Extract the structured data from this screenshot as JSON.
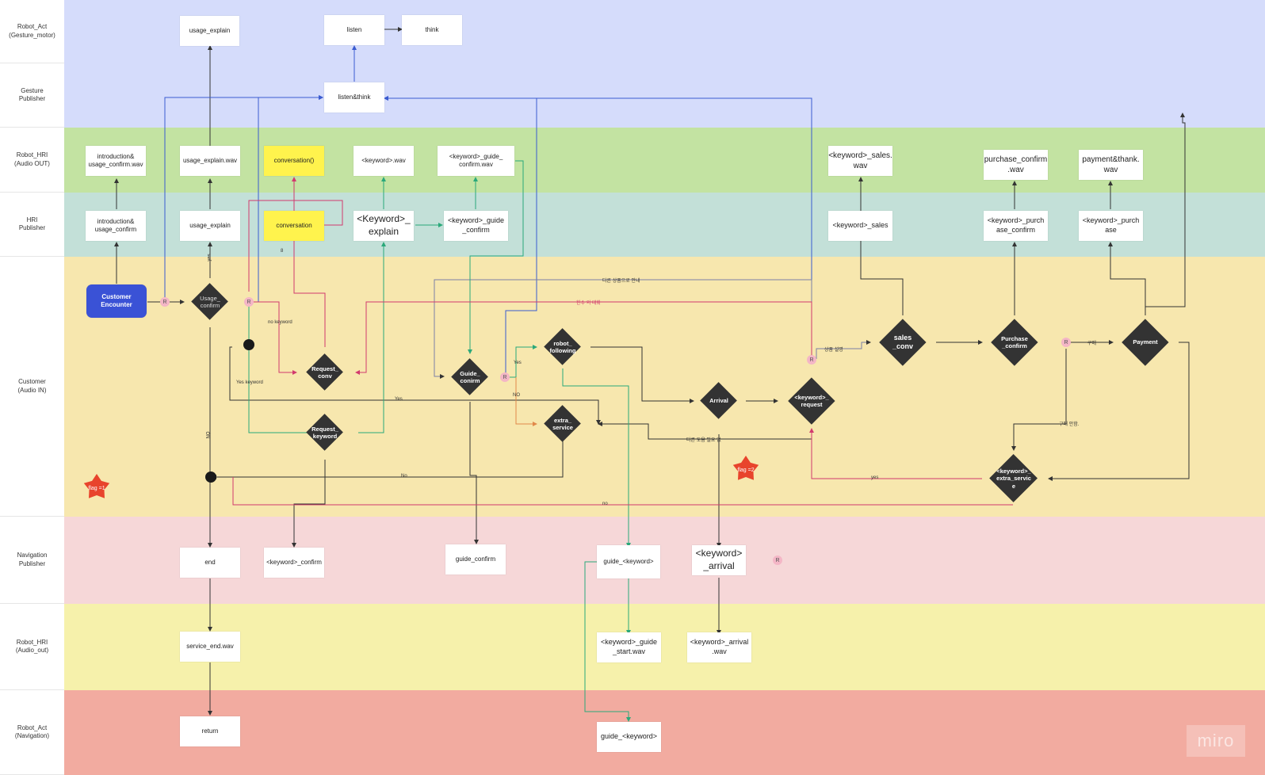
{
  "lanes": [
    {
      "label": "Robot_Act\n(Gesture_motor)",
      "color": "#d5dcfb"
    },
    {
      "label": "Gesture\nPublisher",
      "color": "#d5dcfb"
    },
    {
      "label": "Robot_HRI\n(Audio OUT)",
      "color": "#c3e3a2"
    },
    {
      "label": "HRI\nPublisher",
      "color": "#c3e0d8"
    },
    {
      "label": "Customer\n(Audio IN)",
      "color": "#f7e7ae"
    },
    {
      "label": "Navigation\nPublisher",
      "color": "#f6d7d8"
    },
    {
      "label": "Robot_HRI\n(Audio_out)",
      "color": "#f6f1ab"
    },
    {
      "label": "Robot_Act\n(Navigation)",
      "color": "#f2aba0"
    }
  ],
  "nodes": {
    "usage_explain_top": "usage_explain",
    "listen": "listen",
    "think": "think",
    "listen_think": "listen&think",
    "intro_wav": "introduction&\nusage_confirm.wav",
    "usage_explain_wav": "usage_explain.wav",
    "conversation_fn": "conversation()",
    "keyword_wav": "<keyword>.wav",
    "guide_confirm_wav": "<keyword>_guide_\nconfirm.wav",
    "sales_wav": "<keyword>_sales.\nwav",
    "purchase_confirm_wav": "purchase_confirm\n.wav",
    "payment_thank_wav": "payment&thank.\nwav",
    "intro_pub": "introduction&\nusage_confirm",
    "usage_explain_pub": "usage_explain",
    "conversation_pub": "conversation",
    "keyword_explain": "<Keyword>_\nexplain",
    "guide_confirm_pub": "<keyword>_guide\n_confirm",
    "sales_pub": "<keyword>_sales",
    "purchase_confirm_pub": "<keyword>_purch\nase_confirm",
    "purchase_pub": "<keyword>_purch\nase",
    "customer_encounter": "Customer\nEncounter",
    "end": "end",
    "keyword_confirm": "<keyword>_confirm",
    "guide_confirm_nav": "guide_confirm",
    "guide_keyword_nav": "guide_<keyword>",
    "keyword_arrival": "<keyword>\n_arrival",
    "service_end_wav": "service_end.wav",
    "guide_start_wav": "<keyword>_guide\n_start.wav",
    "arrival_wav": "<keyword>_arrival\n.wav",
    "return": "return",
    "guide_keyword_act": "guide_<keyword>"
  },
  "decisions": {
    "usage_confirm": "Usage_\nconfirm",
    "request_conv": "Request_\nconv",
    "request_keyword": "Request_\nkeyword",
    "guide_confirm": "Guide_\nconirm",
    "robot_following": "robot_\nfollowing",
    "extra_service": "extra_\nservice",
    "arrival": "Arrival",
    "keyword_request": "<keyword>_\nrequest",
    "sales_conv": "sales\n_conv",
    "purchase_confirm": "Purchase\n_confirm",
    "payment": "Payment",
    "keyword_extra_service": "<keyword>_\nextra_servic\ne"
  },
  "edge_labels": {
    "yes_usage": "yes",
    "no_usage": "NO",
    "no_keyword": "no keyword",
    "yes_keyword": "Yes keyword",
    "yes_guide": "Yes",
    "no_guide": "NO",
    "yes_long": "Yes",
    "no_long": "No",
    "no_bottom": "no",
    "yes_extra": "yes",
    "other_product": "다른 상품으로 안내",
    "prev_convo": "한수 의 대화",
    "product_desc": "상품 설명",
    "purchase": "구매",
    "other_help": "다른 도움 필요 없",
    "no_purchase": "구매 안함.",
    "small_label": "8"
  },
  "flags": {
    "flag1": "flag =1",
    "flag2": "flag =2"
  },
  "r_marker": "R",
  "watermark": "miro",
  "colors": {
    "decision": "#333333",
    "customer": "#3a52d6",
    "highlight": "#fff34d",
    "star": "#e8442c"
  }
}
